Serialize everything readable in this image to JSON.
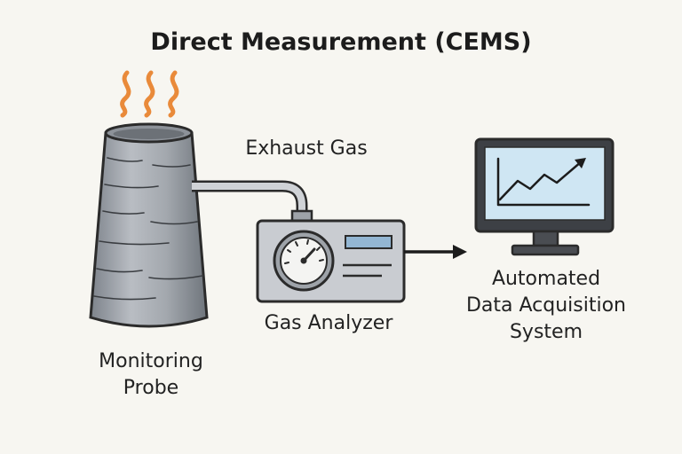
{
  "title": "Direct Measurement (CEMS)",
  "labels": {
    "exhaust_gas": "Exhaust Gas",
    "gas_analyzer": "Gas Analyzer",
    "monitoring_probe": [
      "Monitoring",
      "Probe"
    ],
    "data_acquisition": [
      "Automated",
      "Data Acquisition",
      "System"
    ]
  },
  "colors": {
    "flame": "#e98a3a",
    "stack": "#9a9fa6",
    "analyzer_body": "#c9ccd1",
    "screen": "#cfe6f3",
    "display_bar": "#93b6d3",
    "outline": "#2b2b2b",
    "background": "#f7f6f1"
  }
}
